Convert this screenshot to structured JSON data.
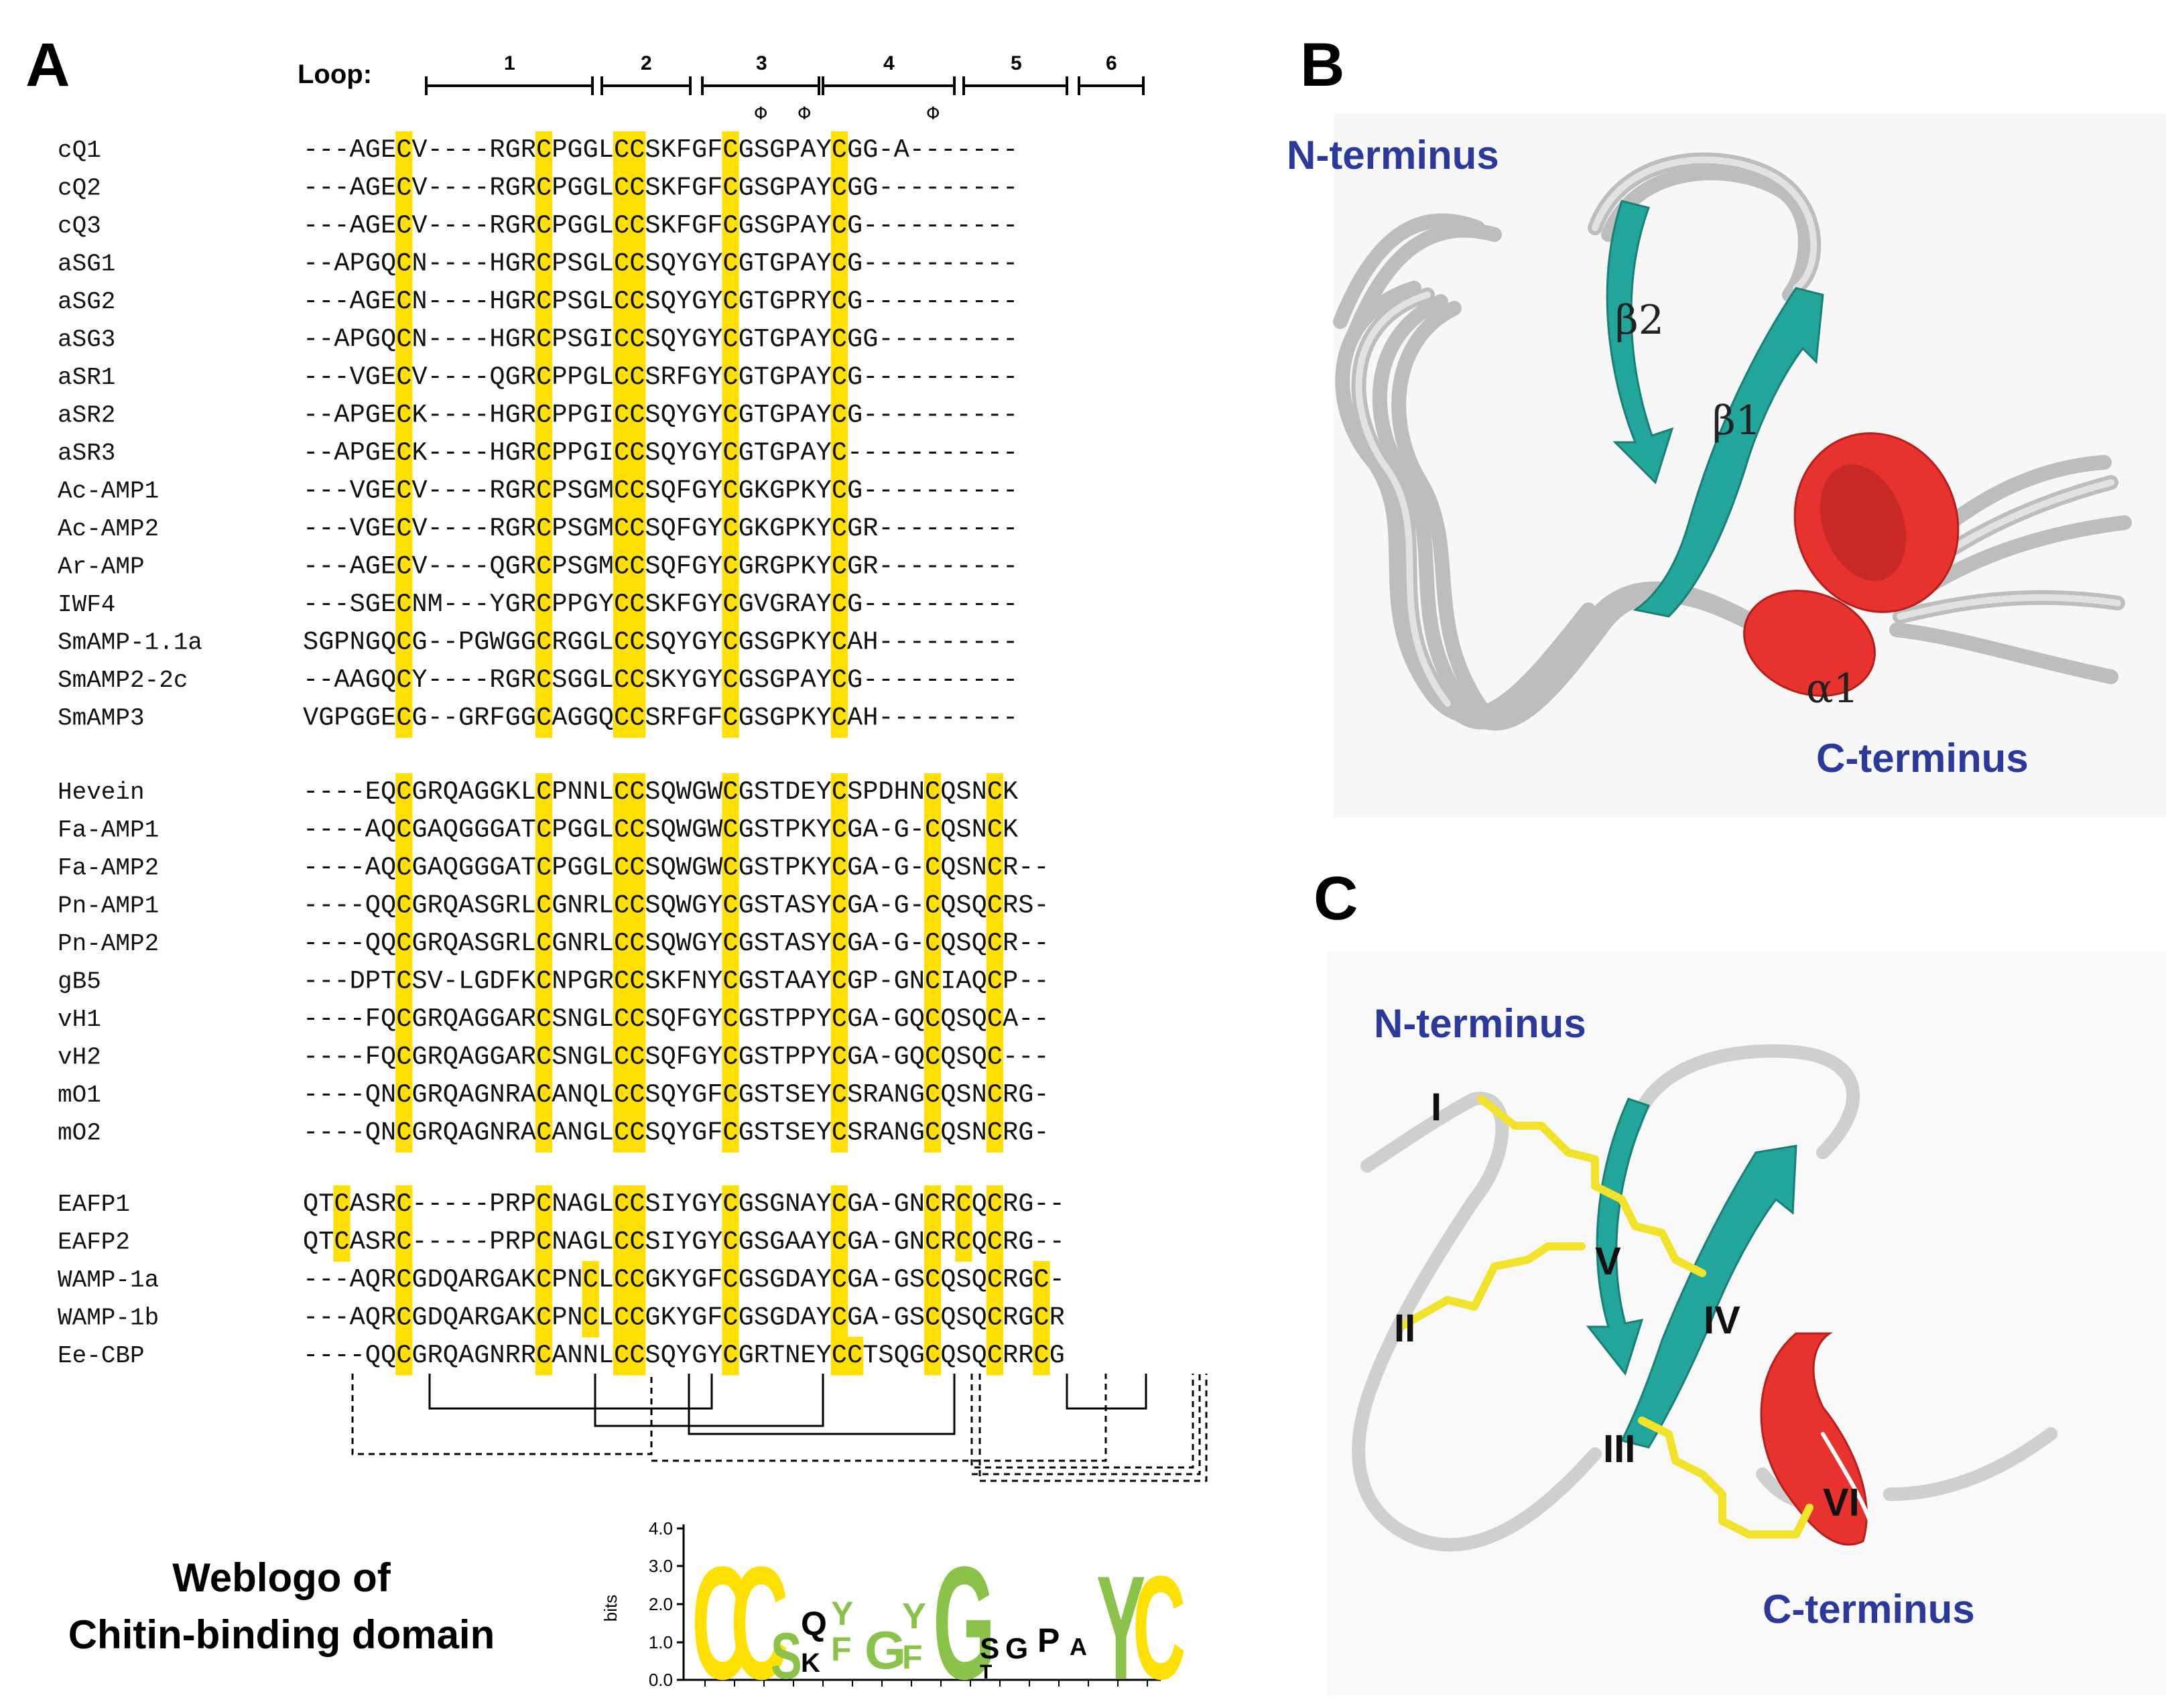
{
  "panels": {
    "A": "A",
    "B": "B",
    "C": "C"
  },
  "loop": {
    "label": "Loop:",
    "numbers": [
      "1",
      "2",
      "3",
      "4",
      "5",
      "6"
    ],
    "phi": "Φ"
  },
  "groups": [
    {
      "rows": [
        {
          "name": "cQ1",
          "seq": "---AGECV----RGRCPGGLCCSKFGFCGSGPAYCGG-A-------"
        },
        {
          "name": "cQ2",
          "seq": "---AGECV----RGRCPGGLCCSKFGFCGSGPAYCGG---------"
        },
        {
          "name": "cQ3",
          "seq": "---AGECV----RGRCPGGLCCSKFGFCGSGPAYCG----------"
        },
        {
          "name": "aSG1",
          "seq": "--APGQCN----HGRCPSGLCCSQYGYCGTGPAYCG----------"
        },
        {
          "name": "aSG2",
          "seq": "---AGECN----HGRCPSGLCCSQYGYCGTGPRYCG----------"
        },
        {
          "name": "aSG3",
          "seq": "--APGQCN----HGRCPSGICCSQYGYCGTGPAYCGG---------"
        },
        {
          "name": "aSR1",
          "seq": "---VGECV----QGRCPPGLCCSRFGYCGTGPAYCG----------"
        },
        {
          "name": "aSR2",
          "seq": "--APGECK----HGRCPPGICCSQYGYCGTGPAYCG----------"
        },
        {
          "name": "aSR3",
          "seq": "--APGECK----HGRCPPGICCSQYGYCGTGPAYC-----------"
        },
        {
          "name": "Ac-AMP1",
          "seq": "---VGECV----RGRCPSGMCCSQFGYCGKGPKYCG----------"
        },
        {
          "name": "Ac-AMP2",
          "seq": "---VGECV----RGRCPSGMCCSQFGYCGKGPKYCGR---------"
        },
        {
          "name": "Ar-AMP",
          "seq": "---AGECV----QGRCPSGMCCSQFGYCGRGPKYCGR---------"
        },
        {
          "name": "IWF4",
          "seq": "---SGECNM---YGRCPPGYCCSKFGYCGVGRAYCG----------"
        },
        {
          "name": "SmAMP-1.1a",
          "seq": "SGPNGQCG--PGWGGCRGGLCCSQYGYCGSGPKYCAH---------"
        },
        {
          "name": "SmAMP2-2c",
          "seq": "--AAGQCY----RGRCSGGLCCSKYGYCGSGPAYCG----------"
        },
        {
          "name": "SmAMP3",
          "seq": "VGPGGECG--GRFGGCAGGQCCSRFGFCGSGPKYCAH---------"
        }
      ]
    },
    {
      "rows": [
        {
          "name": "Hevein",
          "seq": "----EQCGRQAGGKLCPNNLCCSQWGWCGSTDEYCSPDHNCQSNCK"
        },
        {
          "name": "Fa-AMP1",
          "seq": "----AQCGAQGGGATCPGGLCCSQWGWCGSTPKYCGA-G-CQSNCK"
        },
        {
          "name": "Fa-AMP2",
          "seq": "----AQCGAQGGGATCPGGLCCSQWGWCGSTPKYCGA-G-CQSNCR--"
        },
        {
          "name": "Pn-AMP1",
          "seq": "----QQCGRQASGRLCGNRLCCSQWGYCGSTASYCGA-G-CQSQCRS-"
        },
        {
          "name": "Pn-AMP2",
          "seq": "----QQCGRQASGRLCGNRLCCSQWGYCGSTASYCGA-G-CQSQCR--"
        },
        {
          "name": "gB5",
          "seq": "---DPTCSV-LGDFKCNPGRCCSKFNYCGSTAAYCGP-GNCIAQCP--"
        },
        {
          "name": "vH1",
          "seq": "----FQCGRQAGGARCSNGLCCSQFGYCGSTPPYCGA-GQCQSQCA--"
        },
        {
          "name": "vH2",
          "seq": "----FQCGRQAGGARCSNGLCCSQFGYCGSTPPYCGA-GQCQSQC---"
        },
        {
          "name": "mO1",
          "seq": "----QNCGRQAGNRACANQLCCSQYGFCGSTSEYCSRANGCQSNCRG-"
        },
        {
          "name": "mO2",
          "seq": "----QNCGRQAGNRACANGLCCSQYGFCGSTSEYCSRANGCQSNCRG-"
        }
      ]
    },
    {
      "rows": [
        {
          "name": "EAFP1",
          "seq": "QTCASRC-----PRPCNAGLCCSIYGYCGSGNAYCGA-GNCRCQCRG--"
        },
        {
          "name": "EAFP2",
          "seq": "QTCASRC-----PRPCNAGLCCSIYGYCGSGAAYCGA-GNCRCQCRG--"
        },
        {
          "name": "WAMP-1a",
          "seq": "---AQRCGDQARGAKCPNCLCCGKYGFCGSGDAYCGA-GSCQSQCRGC-"
        },
        {
          "name": "WAMP-1b",
          "seq": "---AQRCGDQARGAKCPNCLCCGKYGFCGSGDAYCGA-GSCQSQCRGCR"
        },
        {
          "name": "Ee-CBP",
          "seq": "----QQCGRQAGNRRCANNLCCSQYGYCGRTNEYCCTSQGCQSQCRRCG"
        }
      ]
    }
  ],
  "weblogo": {
    "title_line1": "Weblogo of",
    "title_line2": "Chitin-binding domain",
    "ylabel": "bits",
    "yticks": [
      "4.0",
      "3.0",
      "2.0",
      "1.0",
      "0.0"
    ]
  },
  "panel_b": {
    "n_terminus": "N-terminus",
    "c_terminus": "C-terminus",
    "beta1": "β1",
    "beta2": "β2",
    "alpha1": "α1"
  },
  "panel_c": {
    "n_terminus": "N-terminus",
    "c_terminus": "C-terminus",
    "disulfides": [
      "I",
      "II",
      "III",
      "IV",
      "V",
      "VI"
    ]
  },
  "colors": {
    "highlight": "#FFE000",
    "helix": "#E8322E",
    "strand": "#22A59A",
    "coil": "#CFCFCF",
    "disulfide": "#F2E32A",
    "terminus_text": "#2A3A9A"
  }
}
